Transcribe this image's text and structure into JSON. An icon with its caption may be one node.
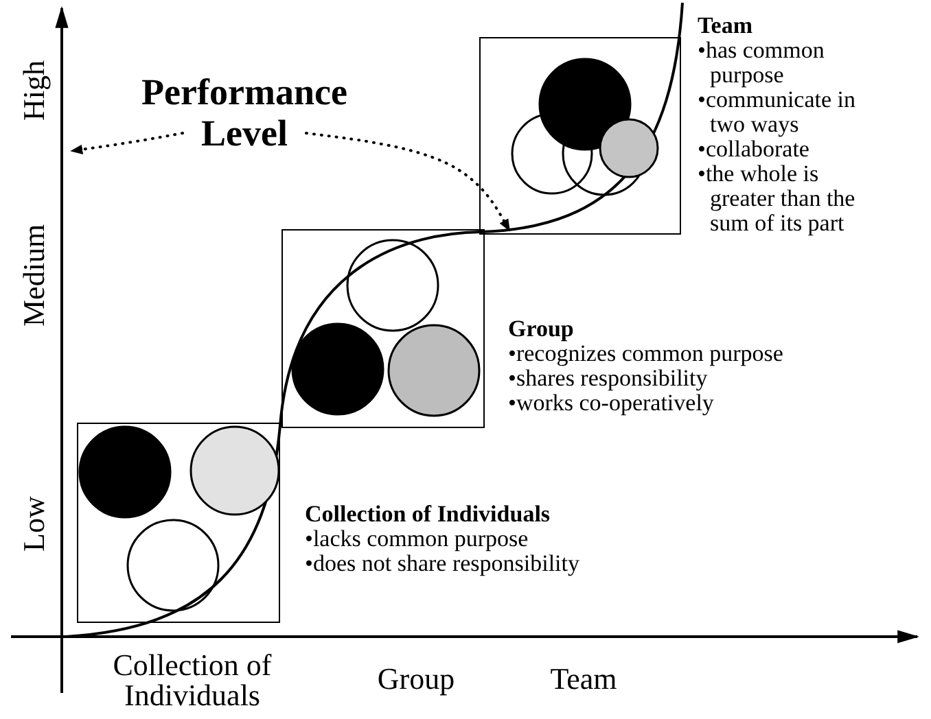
{
  "diagram": {
    "nodes": [
      {
        "text": [
          "Performance Level"
        ]
      },
      {
        "text": [],
        "shape": "box",
        "beside": [
          "Team",
          "•has common purpose",
          "•communicate in two ways",
          "•collaborate",
          "•the whole is greater than the sum of its part"
        ]
      },
      {
        "text": [],
        "shape": "box",
        "beside": [
          "Group",
          "•recognizes common purpose",
          "•shares responsibility",
          "•works co-operatively"
        ]
      },
      {
        "text": [],
        "shape": "box",
        "beside": [
          "Collection of Individuals",
          "•lacks common purpose",
          "•does not share responsibility"
        ]
      }
    ],
    "edges": [
      {
        "from": 0,
        "to": null,
        "arrow": "to",
        "style": "dashed"
      },
      {
        "from": 0,
        "to": 1,
        "arrow": "to",
        "style": "dashed"
      }
    ],
    "labels": [
      "High",
      "Medium",
      "Low",
      "Collection of Individuals",
      "Group",
      "Team"
    ]
  }
}
